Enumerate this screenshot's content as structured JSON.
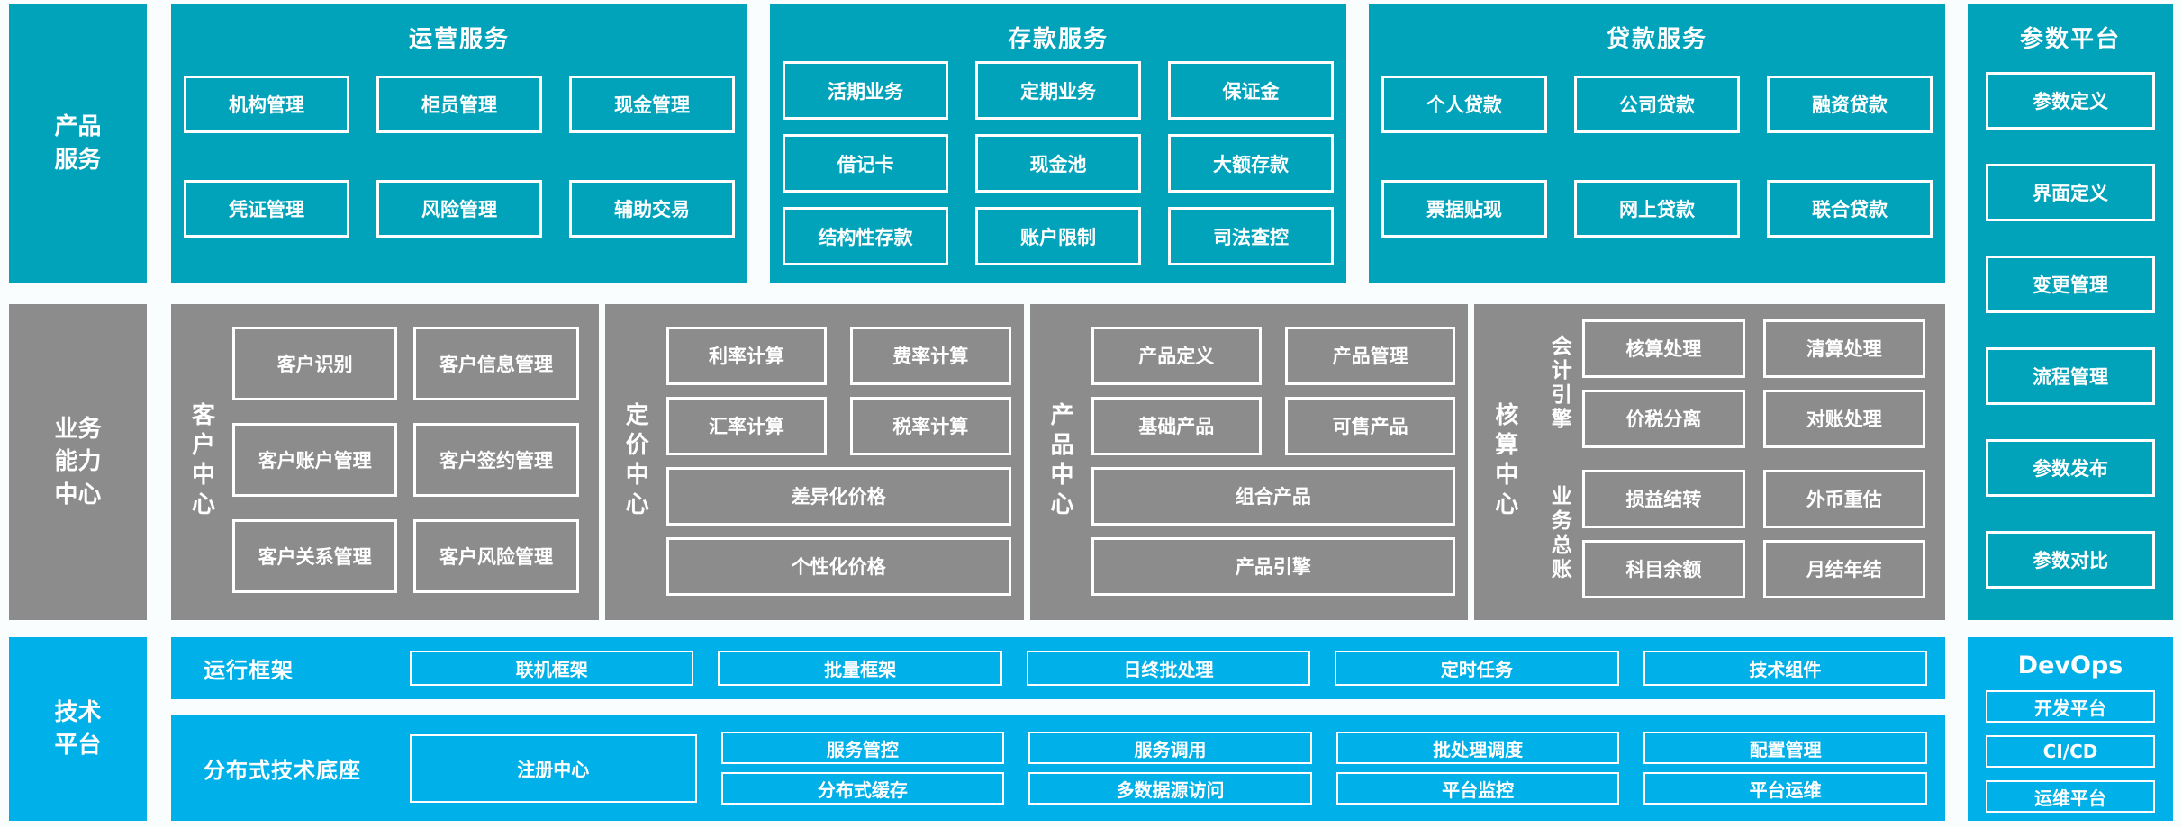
{
  "colors": {
    "teal": "#00A3BA",
    "gray": "#8C8C8C",
    "blue": "#00B0E8",
    "box_border": "#FFFFFF",
    "text": "#FFFFFF"
  },
  "left_rail": {
    "product": "产品服务",
    "business": "业务能力中心",
    "tech": "技术平台"
  },
  "panels": {
    "ops": {
      "title": "运营服务",
      "boxes": [
        "机构管理",
        "柜员管理",
        "现金管理",
        "凭证管理",
        "风险管理",
        "辅助交易"
      ]
    },
    "deposit": {
      "title": "存款服务",
      "boxes": [
        "活期业务",
        "定期业务",
        "保证金",
        "借记卡",
        "现金池",
        "大额存款",
        "结构性存款",
        "账户限制",
        "司法查控"
      ]
    },
    "loan": {
      "title": "贷款服务",
      "boxes": [
        "个人贷款",
        "公司贷款",
        "融资贷款",
        "票据贴现",
        "网上贷款",
        "联合贷款"
      ]
    },
    "param": {
      "title": "参数平台",
      "boxes": [
        "参数定义",
        "界面定义",
        "变更管理",
        "流程管理",
        "参数发布",
        "参数对比"
      ]
    },
    "customer": {
      "title": "客户中心",
      "boxes": [
        "客户识别",
        "客户信息管理",
        "客户账户管理",
        "客户签约管理",
        "客户关系管理",
        "客户风险管理"
      ]
    },
    "pricing": {
      "title": "定价中心",
      "small_boxes": [
        "利率计算",
        "费率计算",
        "汇率计算",
        "税率计算"
      ],
      "wide_boxes": [
        "差异化价格",
        "个性化价格"
      ]
    },
    "product": {
      "title": "产品中心",
      "small_boxes": [
        "产品定义",
        "产品管理",
        "基础产品",
        "可售产品"
      ],
      "wide_boxes": [
        "组合产品",
        "产品引擎"
      ]
    },
    "accounting": {
      "title": "核算中心",
      "groups": [
        {
          "label": "会计引擎",
          "boxes": [
            "核算处理",
            "清算处理",
            "价税分离",
            "对账处理"
          ]
        },
        {
          "label": "业务总账",
          "boxes": [
            "损益结转",
            "外币重估",
            "科目余额",
            "月结年结"
          ]
        }
      ]
    },
    "runtime": {
      "title": "运行框架",
      "boxes": [
        "联机框架",
        "批量框架",
        "日终批处理",
        "定时任务",
        "技术组件"
      ]
    },
    "distributed": {
      "title": "分布式技术底座",
      "registry": "注册中心",
      "pairs": [
        [
          "服务管控",
          "分布式缓存"
        ],
        [
          "服务调用",
          "多数据源访问"
        ],
        [
          "批处理调度",
          "平台监控"
        ],
        [
          "配置管理",
          "平台运维"
        ]
      ]
    },
    "devops": {
      "title": "DevOps",
      "boxes": [
        "开发平台",
        "CI/CD",
        "运维平台"
      ]
    }
  }
}
